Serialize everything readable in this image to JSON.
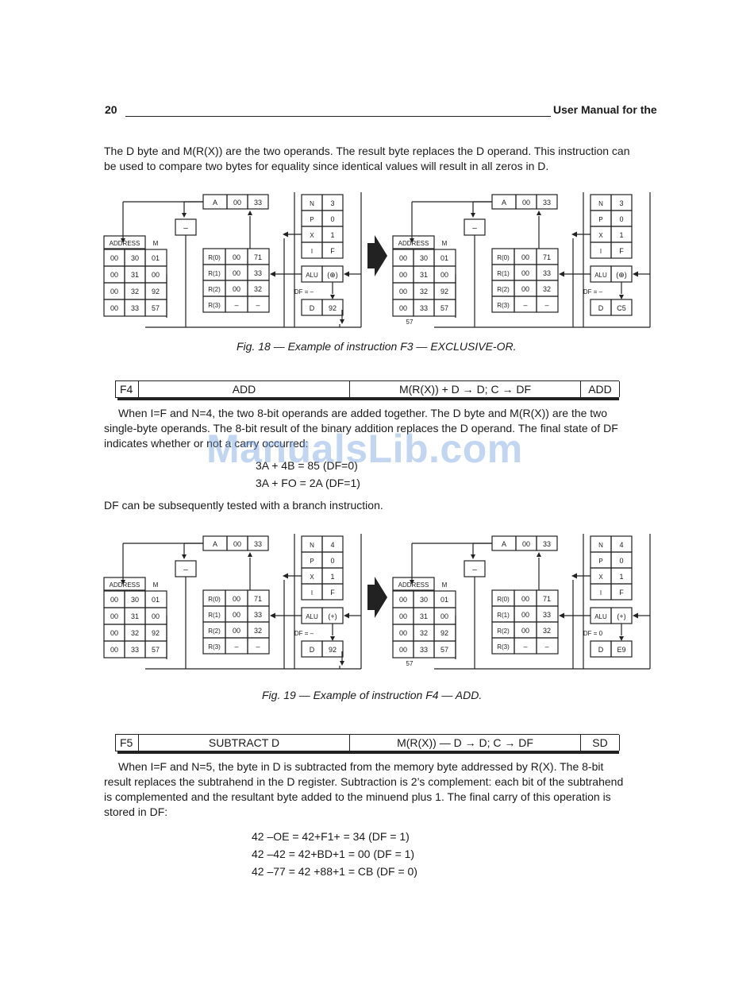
{
  "header": {
    "page_number": "20",
    "title": "User Manual for the"
  },
  "intro_paragraph": [
    "The D byte and M(R(X)) are the two operands. The result byte replaces the D operand. This instruction can",
    "be used to compare two bytes for equality since identical values will result in all zeros in D."
  ],
  "figures": [
    {
      "caption": "Fig. 18 — Example of instruction F3 — EXCLUSIVE-OR.",
      "panels": [
        {
          "a_label": "A",
          "a_values": [
            "00",
            "33"
          ],
          "minus_label": "–",
          "address_label": "ADDRESS",
          "m_label": "M",
          "memory": [
            [
              "00",
              "30",
              "01"
            ],
            [
              "00",
              "31",
              "00"
            ],
            [
              "00",
              "32",
              "92"
            ],
            [
              "00",
              "33",
              "57"
            ]
          ],
          "registers": [
            [
              "R(0)",
              "00",
              "71"
            ],
            [
              "R(1)",
              "00",
              "33"
            ],
            [
              "R(2)",
              "00",
              "32"
            ],
            [
              "R(3)",
              "–",
              "–"
            ]
          ],
          "flags": [
            [
              "N",
              "3"
            ],
            [
              "P",
              "0"
            ],
            [
              "X",
              "1"
            ],
            [
              "I",
              "F"
            ]
          ],
          "alu_label": "ALU",
          "alu_op": "(⊕)",
          "df_text": "DF = –",
          "d_label": "D",
          "d_value": "92",
          "bus_value": ""
        },
        {
          "a_label": "A",
          "a_values": [
            "00",
            "33"
          ],
          "minus_label": "–",
          "address_label": "ADDRESS",
          "m_label": "M",
          "memory": [
            [
              "00",
              "30",
              "01"
            ],
            [
              "00",
              "31",
              "00"
            ],
            [
              "00",
              "32",
              "92"
            ],
            [
              "00",
              "33",
              "57"
            ]
          ],
          "registers": [
            [
              "R(0)",
              "00",
              "71"
            ],
            [
              "R(1)",
              "00",
              "33"
            ],
            [
              "R(2)",
              "00",
              "32"
            ],
            [
              "R(3)",
              "–",
              "–"
            ]
          ],
          "flags": [
            [
              "N",
              "3"
            ],
            [
              "P",
              "0"
            ],
            [
              "X",
              "1"
            ],
            [
              "I",
              "F"
            ]
          ],
          "alu_label": "ALU",
          "alu_op": "(⊕)",
          "df_text": "DF = –",
          "d_label": "D",
          "d_value": "C5",
          "bus_value": "57"
        }
      ]
    },
    {
      "caption": "Fig. 19 — Example of instruction F4 — ADD.",
      "panels": [
        {
          "a_label": "A",
          "a_values": [
            "00",
            "33"
          ],
          "minus_label": "–",
          "address_label": "ADDRESS",
          "m_label": "M",
          "memory": [
            [
              "00",
              "30",
              "01"
            ],
            [
              "00",
              "31",
              "00"
            ],
            [
              "00",
              "32",
              "92"
            ],
            [
              "00",
              "33",
              "57"
            ]
          ],
          "registers": [
            [
              "R(0)",
              "00",
              "71"
            ],
            [
              "R(1)",
              "00",
              "33"
            ],
            [
              "R(2)",
              "00",
              "32"
            ],
            [
              "R(3)",
              "–",
              "–"
            ]
          ],
          "flags": [
            [
              "N",
              "4"
            ],
            [
              "P",
              "0"
            ],
            [
              "X",
              "1"
            ],
            [
              "I",
              "F"
            ]
          ],
          "alu_label": "ALU",
          "alu_op": "(+)",
          "df_text": "DF = –",
          "d_label": "D",
          "d_value": "92",
          "bus_value": ""
        },
        {
          "a_label": "A",
          "a_values": [
            "00",
            "33"
          ],
          "minus_label": "–",
          "address_label": "ADDRESS",
          "m_label": "M",
          "memory": [
            [
              "00",
              "30",
              "01"
            ],
            [
              "00",
              "31",
              "00"
            ],
            [
              "00",
              "32",
              "92"
            ],
            [
              "00",
              "33",
              "57"
            ]
          ],
          "registers": [
            [
              "R(0)",
              "00",
              "71"
            ],
            [
              "R(1)",
              "00",
              "33"
            ],
            [
              "R(2)",
              "00",
              "32"
            ],
            [
              "R(3)",
              "–",
              "–"
            ]
          ],
          "flags": [
            [
              "N",
              "4"
            ],
            [
              "P",
              "0"
            ],
            [
              "X",
              "1"
            ],
            [
              "I",
              "F"
            ]
          ],
          "alu_label": "ALU",
          "alu_op": "(+)",
          "df_text": "DF = 0",
          "d_label": "D",
          "d_value": "E9",
          "bus_value": "57"
        }
      ]
    }
  ],
  "instructions": [
    {
      "opcode": "F4",
      "name": "ADD",
      "operation": "M(R(X)) + D → D; C → DF",
      "mnemonic": "ADD"
    },
    {
      "opcode": "F5",
      "name": "SUBTRACT D",
      "operation": "M(R(X)) — D → D; C → DF",
      "mnemonic": "SD"
    }
  ],
  "add_paragraph": [
    "When I=F and N=4, the two 8-bit operands are added together. The D byte and M(R(X)) are the two",
    "single-byte operands. The 8-bit result of the binary addition replaces the D operand. The final state of DF",
    "indicates whether or not a carry occurred:"
  ],
  "add_examples": [
    "3A + 4B = 85 (DF=0)",
    "3A + FO = 2A (DF=1)"
  ],
  "df_note": "DF can be subsequently tested with a branch instruction.",
  "sub_paragraph": [
    "When I=F and N=5, the byte in D is subtracted from the memory byte addressed by R(X). The 8-bit",
    "result replaces the subtrahend in the D register. Subtraction is 2’s complement: each bit of the subtrahend",
    "is complemented and the resultant byte added to the minuend plus 1. The final carry of this operation is",
    "stored in DF:"
  ],
  "sub_examples": [
    "42 –OE = 42+F1+ = 34 (DF = 1)",
    "42 –42 = 42+BD+1 = 00 (DF = 1)",
    "42 –77 = 42 +88+1 = CB (DF = 0)"
  ],
  "watermark": "ManualsLib.com"
}
